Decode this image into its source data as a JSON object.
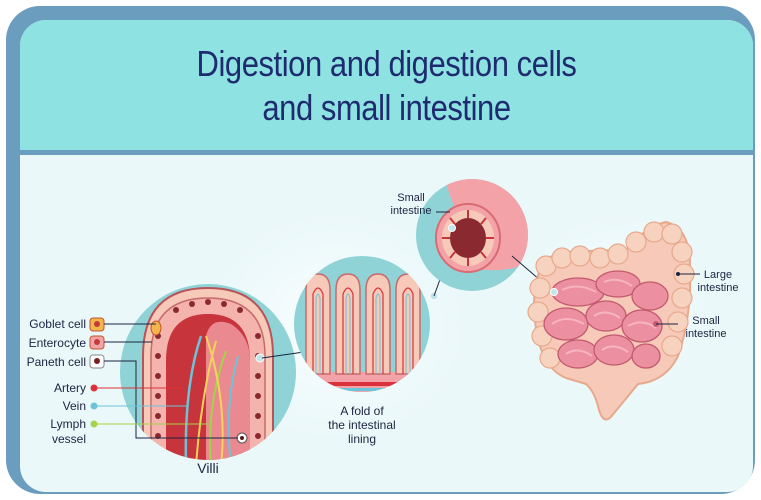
{
  "title": {
    "line1": "Digestion and digestion cells",
    "line2": "and small intestine"
  },
  "labels": {
    "goblet_cell": "Goblet cell",
    "enterocyte": "Enterocyte",
    "paneth_cell": "Paneth cell",
    "artery": "Artery",
    "vein": "Vein",
    "lymph_line1": "Lymph",
    "lymph_line2": "vessel",
    "villi": "Villi",
    "fold_line1": "A fold of",
    "fold_line2": "the intestinal",
    "fold_line3": "lining",
    "small_intestine_top_line1": "Small",
    "small_intestine_top_line2": "intestine",
    "large_intestine_line1": "Large",
    "large_intestine_line2": "intestine",
    "small_intestine_right_line1": "Small",
    "small_intestine_right_line2": "intestine"
  },
  "colors": {
    "frame": "#6b9dbf",
    "header": "#8ee2e2",
    "title_text": "#1e2b6e",
    "artery": "#d9323a",
    "vein": "#6cc4d9",
    "lymph": "#a6d24a",
    "tissue_pink": "#f3a3a8",
    "tissue_red": "#c8343b"
  }
}
